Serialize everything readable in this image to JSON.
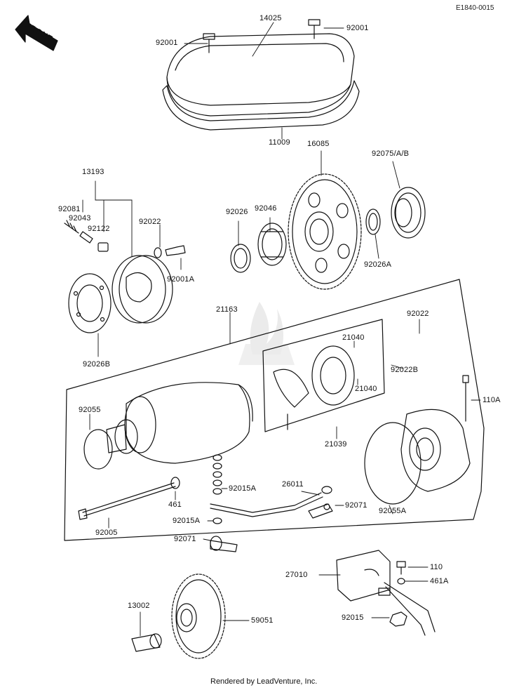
{
  "diagram_code": "E1840-0015",
  "orientation_label": "FRONT",
  "footer": "Rendered by LeadVenture, Inc.",
  "watermark": "LEADVENTURE",
  "colors": {
    "line": "#111111",
    "watermark": "#e6e6e6",
    "background": "#ffffff"
  },
  "parts": {
    "p14025": "14025",
    "p92001_left": "92001",
    "p92001_right": "92001",
    "p11009": "11009",
    "p13193": "13193",
    "p92081": "92081",
    "p92043": "92043",
    "p92122": "92122",
    "p92022_top": "92022",
    "p92001A": "92001A",
    "p92026B": "92026B",
    "p16085": "16085",
    "p92075": "92075/A/B",
    "p92026": "92026",
    "p92046": "92046",
    "p92026A": "92026A",
    "p21163": "21163",
    "p92022_right": "92022",
    "p21040_a": "21040",
    "p21040_b": "21040",
    "p92022B": "92022B",
    "p110A": "110A",
    "p92055": "92055",
    "p21039": "21039",
    "p92015A_a": "92015A",
    "p26011": "26011",
    "p461": "461",
    "p92071_a": "92071",
    "p92055A": "92055A",
    "p92005": "92005",
    "p92015A_b": "92015A",
    "p92071_b": "92071",
    "p27010": "27010",
    "p110": "110",
    "p461A": "461A",
    "p13002": "13002",
    "p59051": "59051",
    "p92015": "92015"
  }
}
